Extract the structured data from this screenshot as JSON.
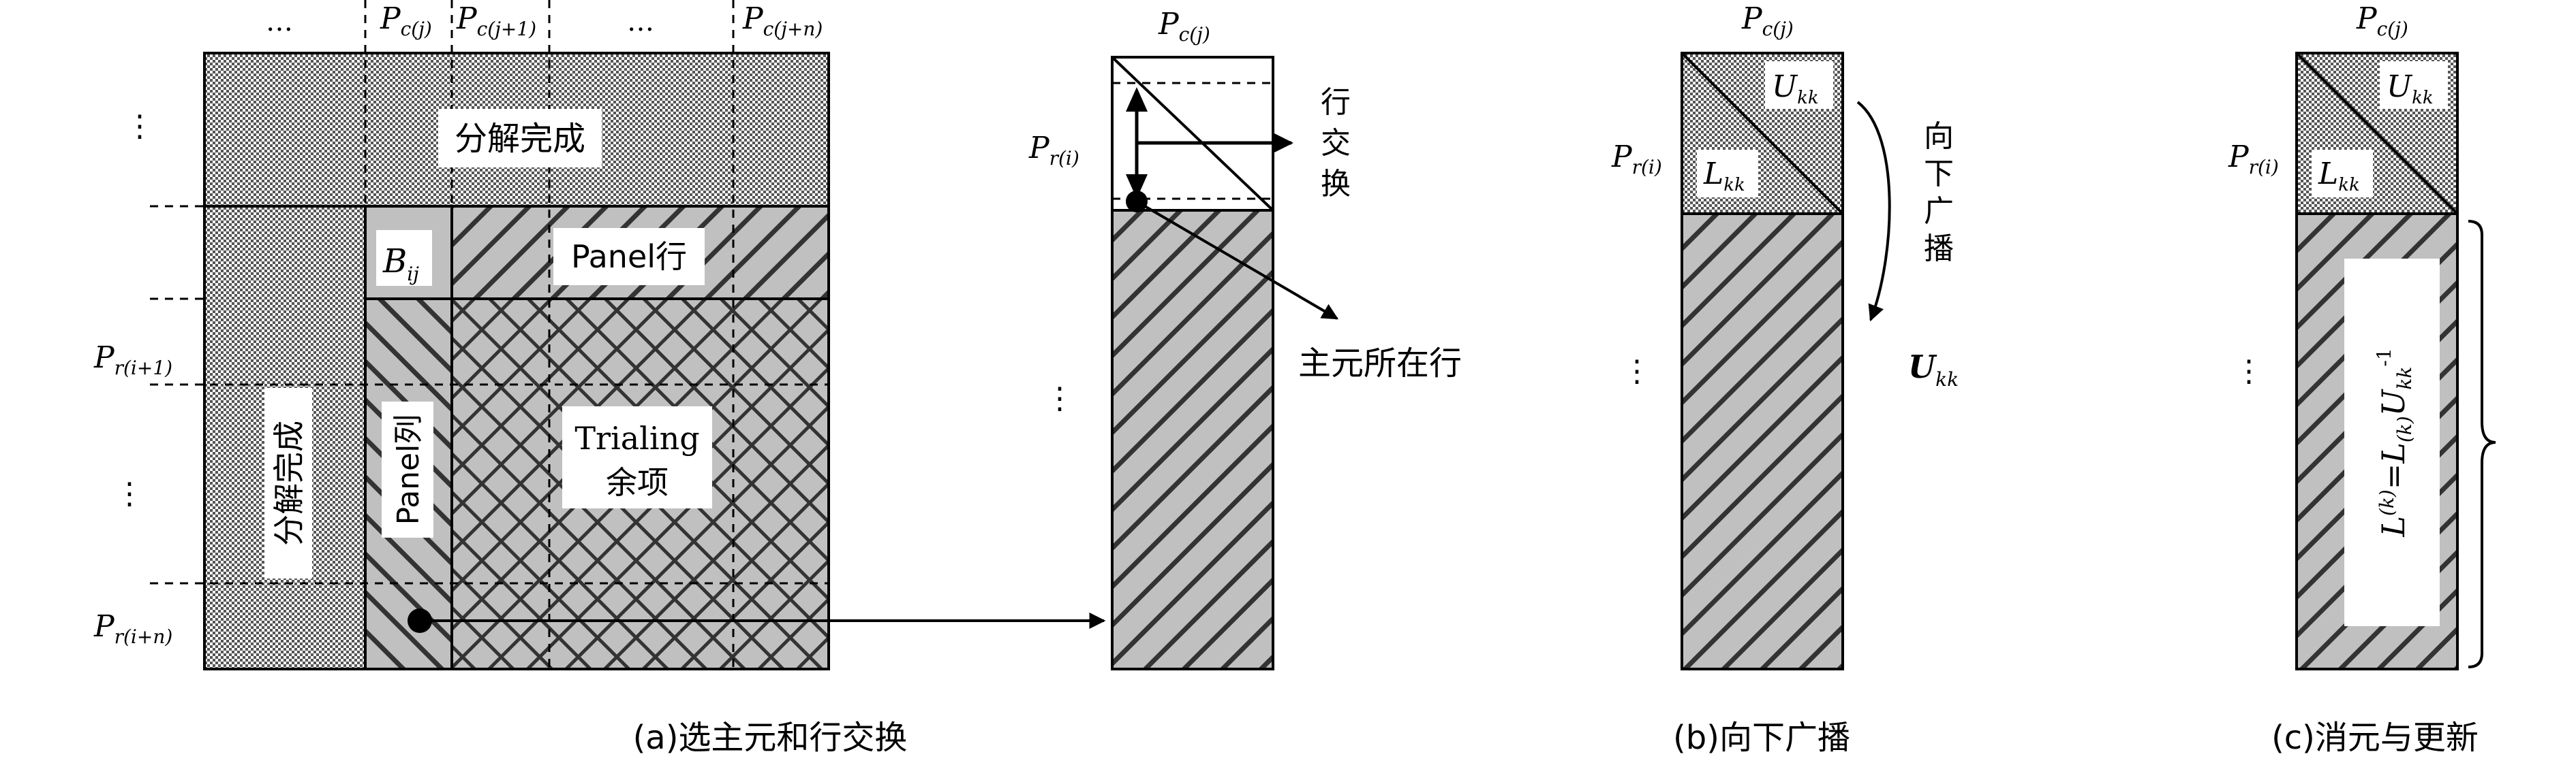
{
  "panel_a": {
    "top_labels": {
      "dots1": "…",
      "pc_j": "P",
      "pc_j_sub": "c(j)",
      "pc_j1": "P",
      "pc_j1_sub": "c(j+1)",
      "dots2": "…",
      "pc_jn": "P",
      "pc_jn_sub": "c(j+n)"
    },
    "left_labels": {
      "vdots1": "⋮",
      "pr_i1": "P",
      "pr_i1_sub": "r(i+1)",
      "vdots2": "⋮",
      "pr_in": "P",
      "pr_in_sub": "r(i+n)"
    },
    "region_done_top": "分解完成",
    "region_done_left": "分解完成",
    "region_bij": "B",
    "region_bij_sub": "ij",
    "region_panel_row": "Panel行",
    "region_panel_col": "Panel列",
    "region_trailing_line1": "Trialing",
    "region_trailing_line2": "余项",
    "caption": "(a)选主元和行交换"
  },
  "panel_a2": {
    "top_label": "P",
    "top_label_sub": "c(j)",
    "left_label": "P",
    "left_label_sub": "r(i)",
    "vdots": "⋮",
    "row_exchange_chars": [
      "行",
      "交",
      "换"
    ],
    "pivot_row_label": "主元所在行"
  },
  "panel_b": {
    "top_label": "P",
    "top_label_sub": "c(j)",
    "left_label": "P",
    "left_label_sub": "r(i)",
    "vdots": "⋮",
    "ukk": "U",
    "ukk_sub": "kk",
    "lkk": "L",
    "lkk_sub": "kk",
    "broadcast_chars": [
      "向",
      "下",
      "广",
      "播"
    ],
    "ukk_bold": "U",
    "ukk_bold_sub": "kk",
    "caption": "(b)向下广播"
  },
  "panel_c": {
    "top_label": "P",
    "top_label_sub": "c(j)",
    "left_label": "P",
    "left_label_sub": "r(i)",
    "vdots": "⋮",
    "ukk": "U",
    "ukk_sub": "kk",
    "lkk": "L",
    "lkk_sub": "kk",
    "formula_L": "L",
    "formula_L_sup": "(k)",
    "formula_eq": "=",
    "formula_L2": "L",
    "formula_L2_sub": "(k)",
    "formula_U": "U",
    "formula_U_sub": "kk",
    "formula_inv": "-1",
    "caption": "(c)消元与更新"
  },
  "colors": {
    "fill_gray": "#c0c0c0",
    "dot_dark": "#555555",
    "line": "#000000",
    "label_bg": "#ffffff"
  }
}
